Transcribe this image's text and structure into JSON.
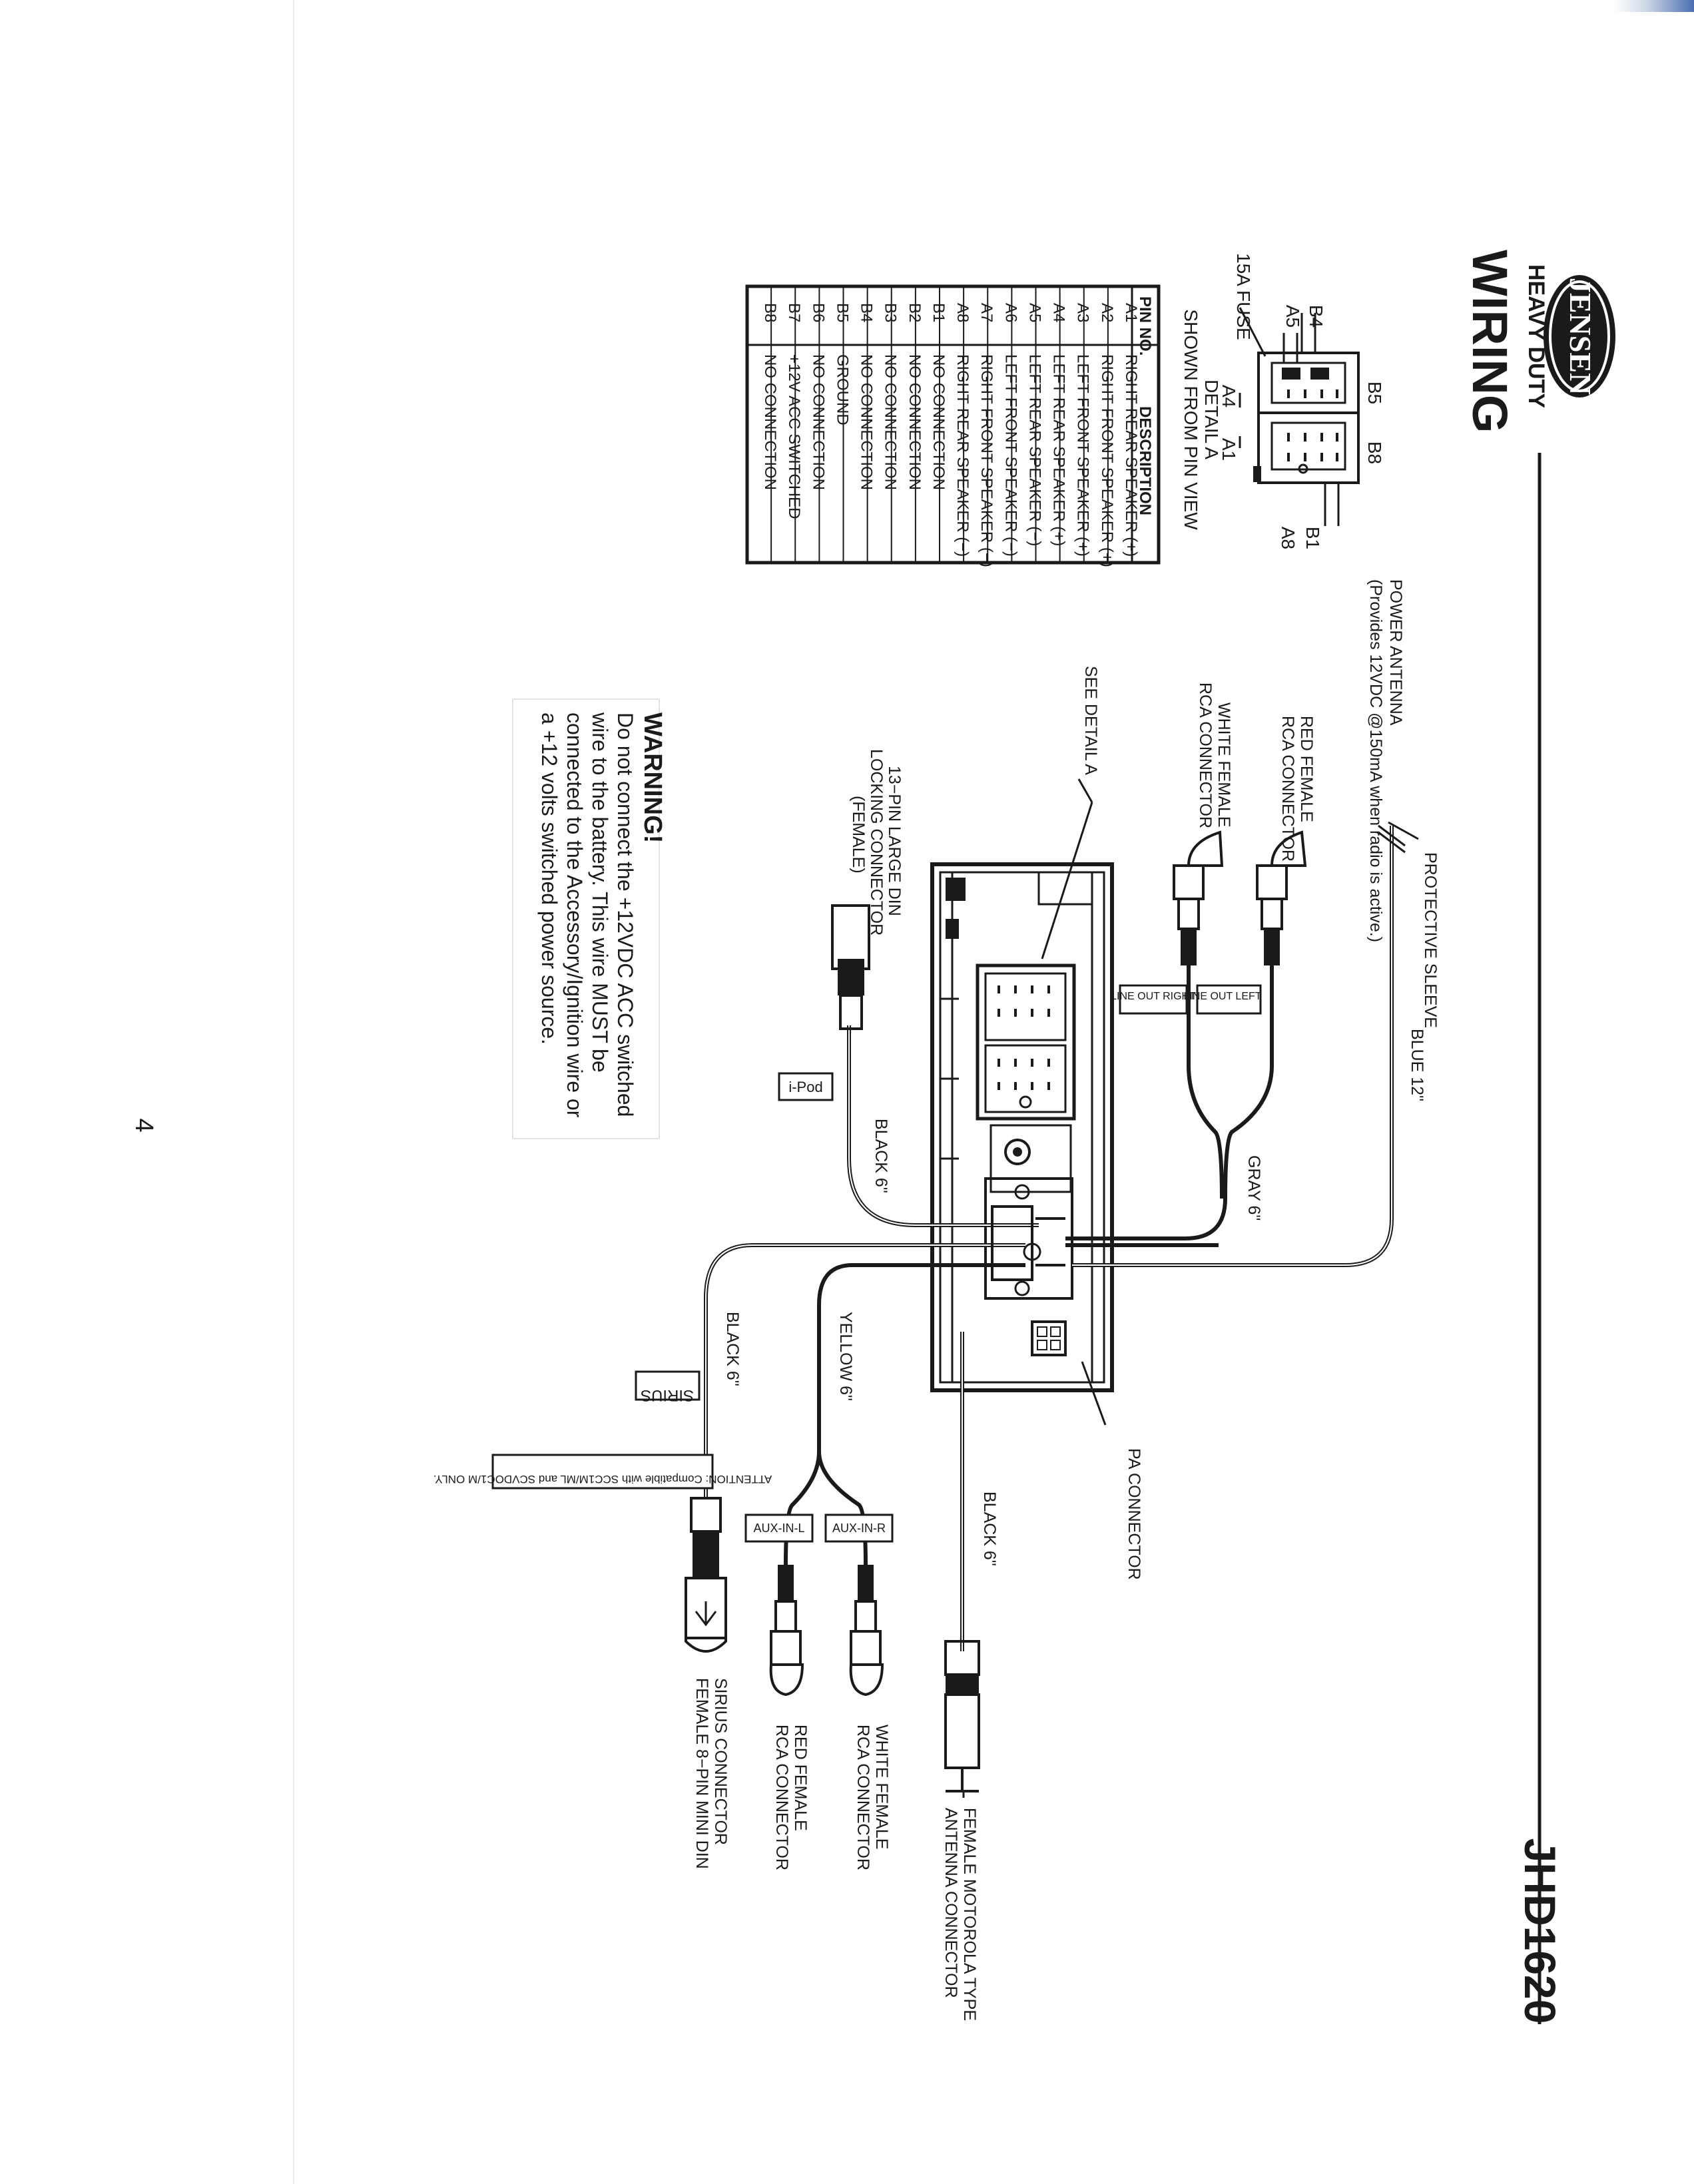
{
  "brand": {
    "logo_text": "JENSEN",
    "sub_text": "HEAVY DUTY"
  },
  "header": {
    "title": "WIRING",
    "model": "JHD1620"
  },
  "page_number": "4",
  "detail": {
    "title": "DETAIL A",
    "subtitle": "SHOWN FROM PIN VIEW",
    "pins": {
      "b5": "B5",
      "b8": "B8",
      "b4": "B4",
      "a5": "A5",
      "b1": "B1",
      "a8": "A8",
      "a4": "A4",
      "a1": "A1"
    },
    "fuse": "15A FUSE"
  },
  "pin_table": {
    "headers": [
      "PIN NO.",
      "DESCRIPTION"
    ],
    "rows": [
      [
        "A1",
        "RIGHT REAR SPEAKER (+)"
      ],
      [
        "A2",
        "RIGHT FRONT SPEAKER (+)"
      ],
      [
        "A3",
        "LEFT FRONT SPEAKER (+)"
      ],
      [
        "A4",
        "LEFT REAR SPEAKER (+)"
      ],
      [
        "A5",
        "LEFT REAR SPEAKER (−)"
      ],
      [
        "A6",
        "LEFT FRONT SPEAKER (−)"
      ],
      [
        "A7",
        "RIGHT FRONT SPEAKER (−)"
      ],
      [
        "A8",
        "RIGHT REAR SPEAKER (−)"
      ],
      [
        "B1",
        "NO CONNECTION"
      ],
      [
        "B2",
        "NO CONNECTION"
      ],
      [
        "B3",
        "NO CONNECTION"
      ],
      [
        "B4",
        "NO CONNECTION"
      ],
      [
        "B5",
        "GROUND"
      ],
      [
        "B6",
        "NO CONNECTION"
      ],
      [
        "B7",
        "+12V ACC SWITCHED"
      ],
      [
        "B8",
        "NO CONNECTION"
      ]
    ]
  },
  "labels": {
    "power_antenna": "POWER ANTENNA",
    "power_antenna_note": "(Provides 12VDC @150mA when radio is active.)",
    "protective_sleeve": "PROTECTIVE SLEEVE",
    "blue": "BLUE 12\"",
    "red_rca_top_1": "RED FEMALE",
    "red_rca_top_2": "RCA CONNECTOR",
    "white_rca_top_1": "WHITE FEMALE",
    "white_rca_top_2": "RCA CONNECTOR",
    "see_detail": "SEE DETAIL A",
    "line_out_left": "LINE OUT LEFT",
    "line_out_right": "LINE OUT RIGHT",
    "gray": "GRAY 6\"",
    "din_1": "13−PIN LARGE DIN",
    "din_2": "LOCKING CONNECTOR",
    "din_3": "(FEMALE)",
    "ipod": "i-Pod",
    "black_ipod": "BLACK 6\"",
    "black_sirius": "BLACK 6\"",
    "yellow": "YELLOW 6\"",
    "black_antenna": "BLACK 6\"",
    "pa_connector": "PA CONNECTOR",
    "sirius": "SIRIUS",
    "attention": "ATTENTION: Compatible with SCC1M/ML and SCVDOC1/M ONLY.",
    "aux_l": "AUX-IN-L",
    "aux_r": "AUX-IN-R",
    "sirius_conn_1": "SIRIUS CONNECTOR",
    "sirius_conn_2": "FEMALE 8−PIN MINI DIN",
    "red_rca_bot_1": "RED FEMALE",
    "red_rca_bot_2": "RCA CONNECTOR",
    "white_rca_bot_1": "WHITE FEMALE",
    "white_rca_bot_2": "RCA CONNECTOR",
    "motorola_1": "FEMALE MOTOROLA TYPE",
    "motorola_2": "ANTENNA CONNECTOR"
  },
  "warning": {
    "title": "WARNING!",
    "lines": [
      "Do not connect the +12VDC ACC switched",
      "wire to the battery. This wire MUST be",
      "connected to the Accessory/Ignition wire or",
      "a +12 volts switched power source."
    ]
  }
}
